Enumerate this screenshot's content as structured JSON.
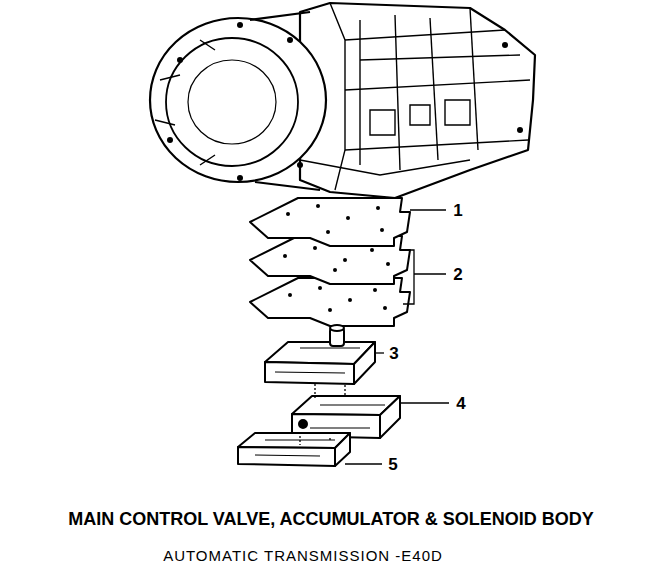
{
  "diagram": {
    "title": "MAIN CONTROL VALVE, ACCUMULATOR & SOLENOID BODY",
    "caption": "AUTOMATIC TRANSMISSION -E40D",
    "labels": [
      "1",
      "2",
      "3",
      "4",
      "5"
    ]
  }
}
